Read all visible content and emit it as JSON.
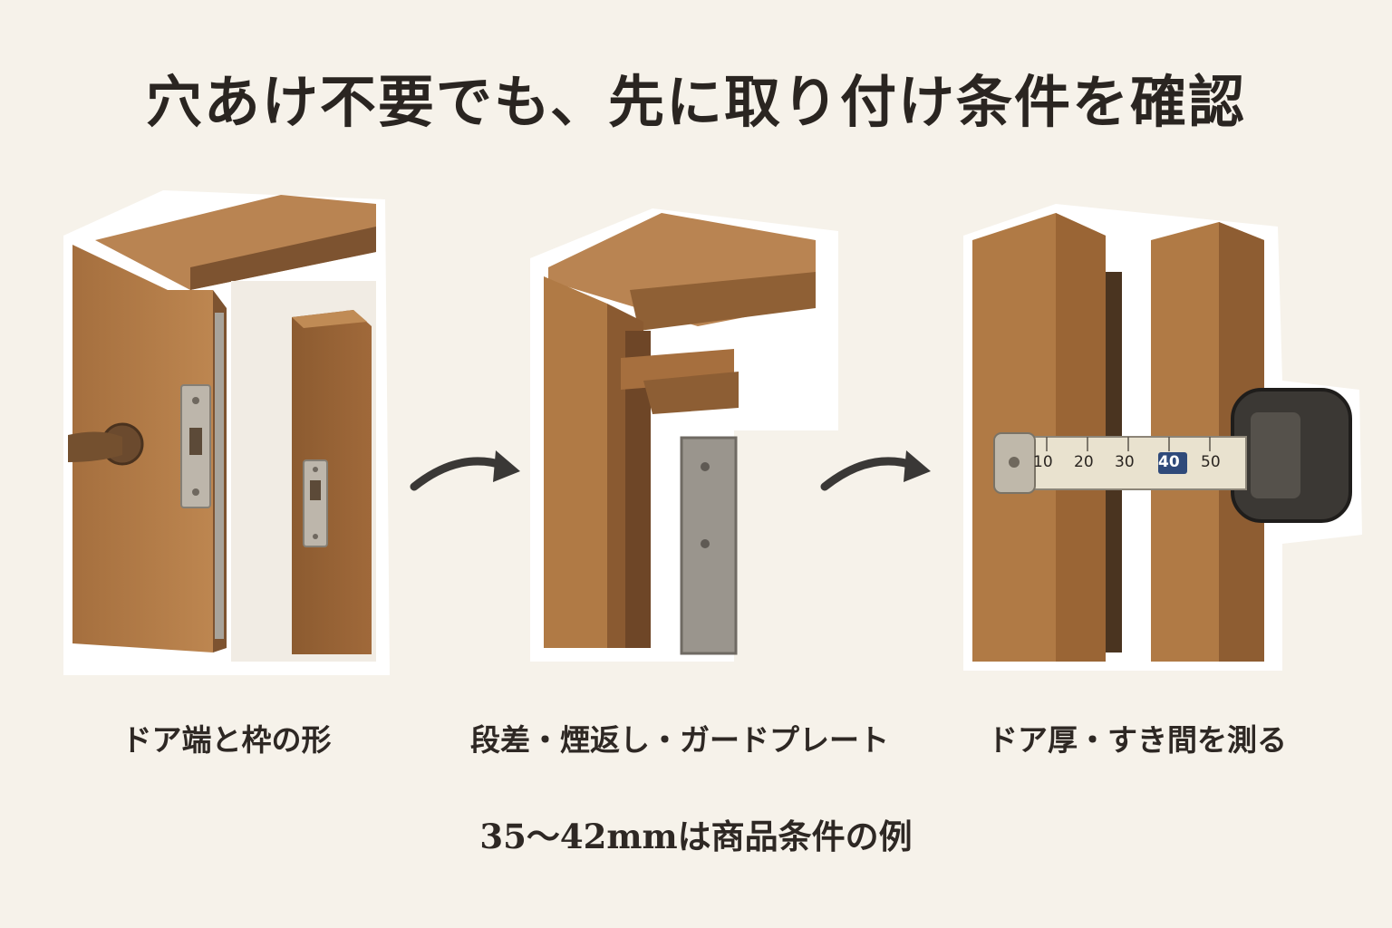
{
  "title": "穴あけ不要でも、先に取り付け条件を確認",
  "steps": [
    {
      "caption": "ドア端と枠の形",
      "illustration": "door-edge-and-frame"
    },
    {
      "caption": "段差・煙返し・ガードプレート",
      "illustration": "step-smoke-guard-plate"
    },
    {
      "caption": "ドア厚・すき間を測る",
      "illustration": "measure-thickness-gap"
    }
  ],
  "tape_measure": {
    "ticks": [
      "10",
      "20",
      "30",
      "40",
      "50"
    ],
    "highlight": "40"
  },
  "footnote": "35〜42mmは商品条件の例",
  "colors": {
    "background": "#f6f2ea",
    "wood": "#b07a45",
    "wood_dark": "#7d5330",
    "metal": "#9a958d",
    "tape": "#e9e2cf",
    "arrow": "#3a3836"
  }
}
